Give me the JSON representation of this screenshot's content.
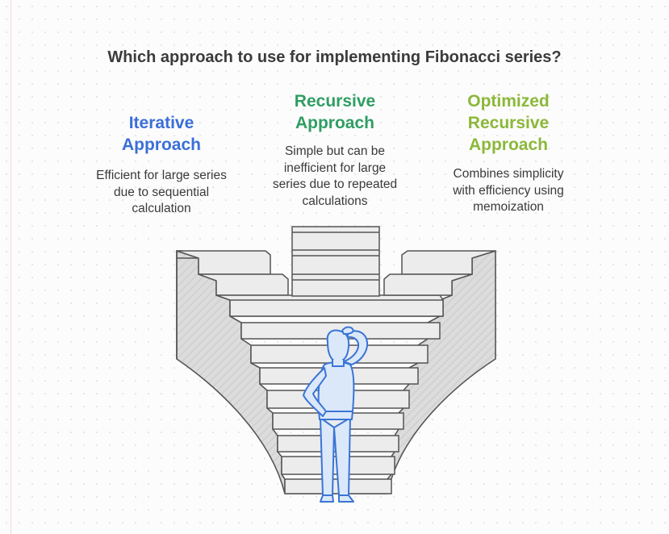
{
  "title": "Which approach to use for implementing Fibonacci series?",
  "columns": [
    {
      "title_lines": [
        "Iterative",
        "Approach"
      ],
      "description_lines": [
        "Efficient for large series",
        "due to sequential",
        "calculation"
      ],
      "color": "#3a6fd8"
    },
    {
      "title_lines": [
        "Recursive",
        "Approach"
      ],
      "description_lines": [
        "Simple but can be",
        "inefficient for large",
        "series due to repeated",
        "calculations"
      ],
      "color": "#2f9e63"
    },
    {
      "title_lines": [
        "Optimized",
        "Recursive",
        "Approach"
      ],
      "description_lines": [
        "Combines simplicity",
        "with efficiency using",
        "memoization"
      ],
      "color": "#8bb83a"
    }
  ],
  "illustration": {
    "stair_fill": "#dcdcdc",
    "stair_stroke": "#555555",
    "person_fill": "#dbe8fa",
    "person_stroke": "#3a75d6"
  }
}
